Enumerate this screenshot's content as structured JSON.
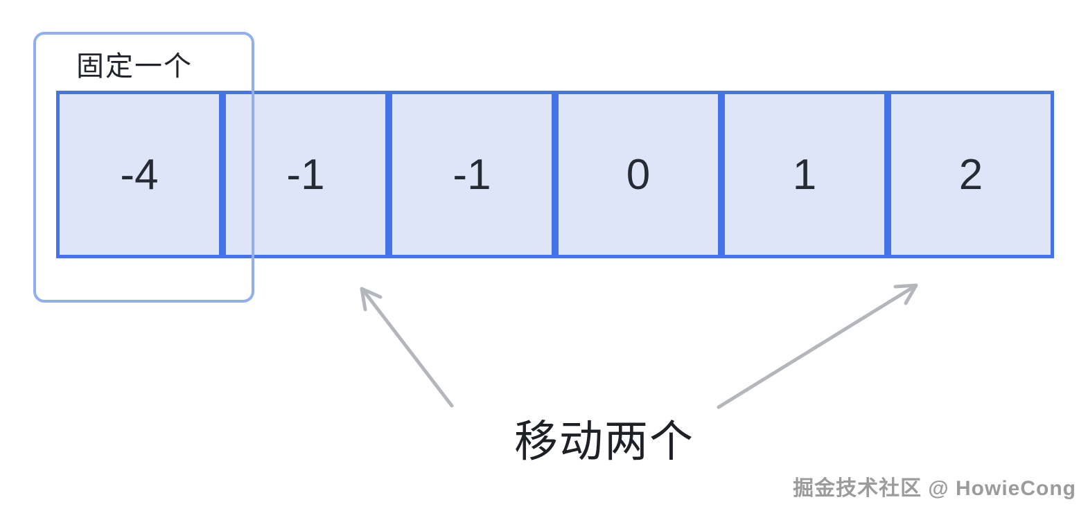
{
  "array": {
    "cells": [
      "-4",
      "-1",
      "-1",
      "0",
      "1",
      "2"
    ]
  },
  "labels": {
    "fixed": "固定一个",
    "move": "移动两个",
    "watermark": "掘金技术社区 @ HowieCong"
  },
  "colors": {
    "cell_fill": "#dfe5f8",
    "cell_border": "#4573ea",
    "fixed_outline": "#92aef1",
    "arrow": "#b3b7bc",
    "number_text": "#262b33",
    "label_text": "#21252b",
    "watermark_text": "#9b9b9b"
  }
}
